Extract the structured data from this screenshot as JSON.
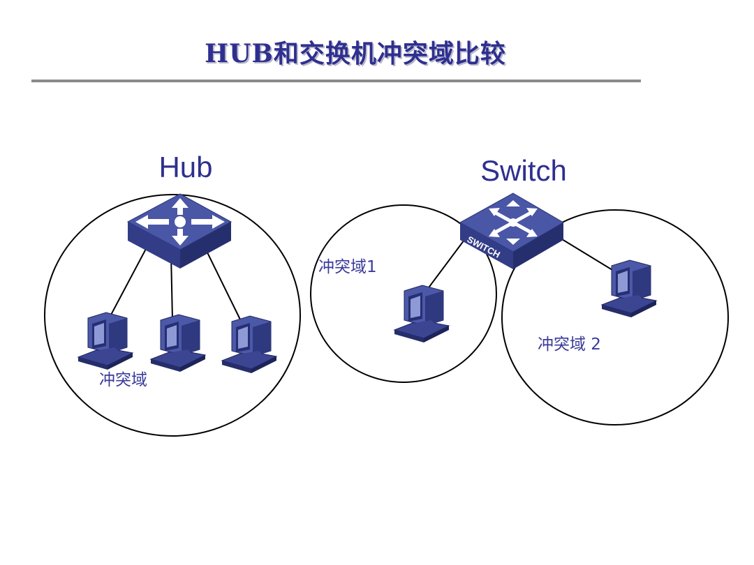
{
  "title": "HUB和交换机冲突域比较",
  "hub": {
    "label": "Hub",
    "domain_label": "冲突域"
  },
  "switch": {
    "label": "Switch",
    "device_text": "SWITCH",
    "domain1_label": "冲突域1",
    "domain2_label": "冲突域 2"
  },
  "colors": {
    "title": "#2e2f8f",
    "device_top": "#4a56a6",
    "device_side": "#2c3677",
    "rule": "#8a8a8a"
  }
}
